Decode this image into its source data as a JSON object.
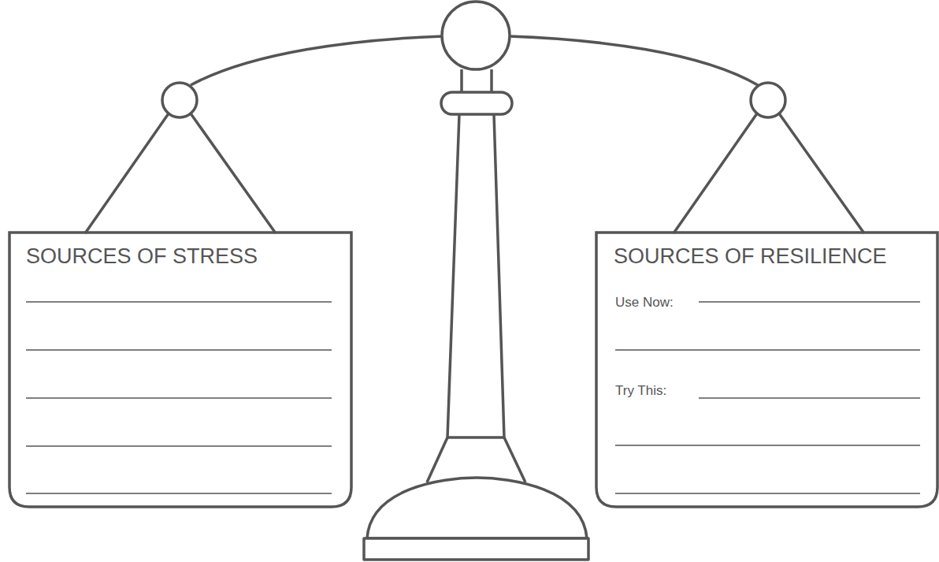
{
  "diagram": {
    "nodes": [
      {
        "text": [
          "SOURCES OF STRESS"
        ]
      },
      {
        "text": [
          "SOURCES OF RESILIENCE",
          "Use Now:",
          "Try This:"
        ]
      }
    ]
  }
}
